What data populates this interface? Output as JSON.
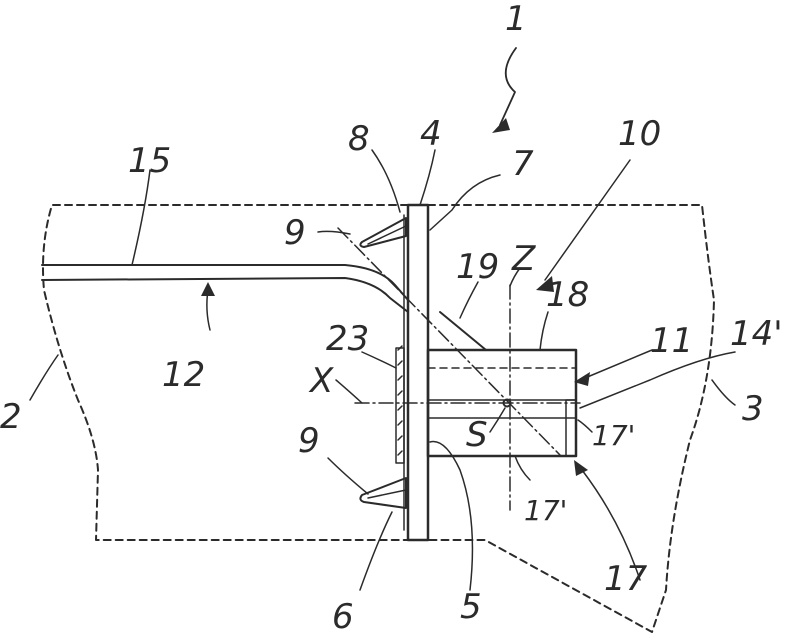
{
  "labels": {
    "ref_1": "1",
    "ref_2": "2",
    "ref_3": "3",
    "ref_4": "4",
    "ref_5": "5",
    "ref_6": "6",
    "ref_7": "7",
    "ref_8": "8",
    "ref_9_top": "9",
    "ref_9_bottom": "9",
    "ref_10": "10",
    "ref_11": "11",
    "ref_12": "12",
    "ref_14p": "14'",
    "ref_15": "15",
    "ref_17": "17",
    "ref_17p_right": "17'",
    "ref_17p_bottom": "17'",
    "ref_18": "18",
    "ref_19": "19",
    "ref_23": "23",
    "axis_x": "X",
    "axis_z": "Z",
    "point_s": "S"
  }
}
